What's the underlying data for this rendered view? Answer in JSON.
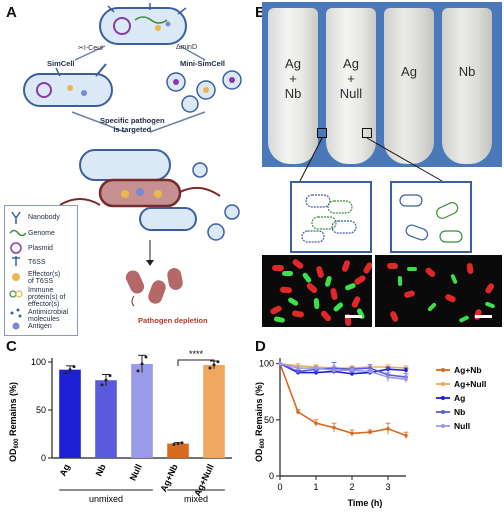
{
  "panels": {
    "a": "A",
    "b": "B",
    "c": "C",
    "d": "D"
  },
  "panel_a": {
    "enzyme_left": "I-CeuI",
    "enzyme_right": "ΔminD",
    "simcell": "SimCell",
    "minisimcell": "Mini-SimCell",
    "targeted": "Specific pathogen\nis targeted",
    "depletion": "Pathogen depletion",
    "legend": [
      {
        "icon": "nanobody-icon",
        "label": "Nanobody"
      },
      {
        "icon": "genome-icon",
        "label": "Genome"
      },
      {
        "icon": "plasmid-icon",
        "label": "Plasmid"
      },
      {
        "icon": "t6ss-icon",
        "label": "T6SS"
      },
      {
        "icon": "effector-icon",
        "label": "Effector(s)\nof T6SS"
      },
      {
        "icon": "immune-protein-icon",
        "label": "Immune\nprotein(s) of\neffector(s)"
      },
      {
        "icon": "antimicrobial-icon",
        "label": "Antimicrobial\nmolecules"
      },
      {
        "icon": "antigen-icon",
        "label": "Antigen"
      }
    ]
  },
  "panel_b": {
    "tubes": [
      {
        "label": "Ag\n+\nNb"
      },
      {
        "label": "Ag\n+\nNull"
      },
      {
        "label": "Ag"
      },
      {
        "label": "Nb"
      }
    ]
  },
  "chart_data": [
    {
      "type": "bar",
      "ylabel": "OD600 Remains (%)",
      "ylabel_main": "OD",
      "ylabel_sub": "600",
      "ylabel_rest": " Remains (%)",
      "categories": [
        "Ag",
        "Nb",
        "Null",
        "Ag+Nb",
        "Ag+Null"
      ],
      "values": [
        92,
        81,
        98,
        15,
        97
      ],
      "errors": [
        4,
        6,
        9,
        1,
        4
      ],
      "colors": [
        "#1f1fd6",
        "#5a5adc",
        "#9a9ae8",
        "#d86a1e",
        "#f0a860"
      ],
      "ylim": [
        0,
        100
      ],
      "yticks": [
        0,
        50,
        100
      ],
      "groups": [
        {
          "label": "unmixed",
          "from": 0,
          "to": 2
        },
        {
          "label": "mixed",
          "from": 3,
          "to": 4
        }
      ],
      "significance": {
        "label": "****",
        "from": 3,
        "to": 4
      }
    },
    {
      "type": "line",
      "xlabel": "Time (h)",
      "ylabel": "OD600 Remains (%)",
      "ylabel_main": "OD",
      "ylabel_sub": "600",
      "ylabel_rest": " Remains (%)",
      "xlim": [
        0,
        3.5
      ],
      "ylim": [
        0,
        105
      ],
      "xticks": [
        0,
        1,
        2,
        3
      ],
      "yticks": [
        0,
        50,
        100
      ],
      "x": [
        0,
        0.5,
        1,
        1.5,
        2,
        2.5,
        3,
        3.5
      ],
      "series": [
        {
          "name": "Ag+Nb",
          "color": "#d86a1e",
          "values": [
            100,
            57,
            47,
            43,
            38,
            39,
            42,
            36
          ],
          "errors": [
            0,
            2,
            3,
            4,
            3,
            2,
            5,
            3
          ]
        },
        {
          "name": "Ag+Null",
          "color": "#f0a860",
          "values": [
            100,
            98,
            97,
            96,
            96,
            97,
            97,
            96
          ],
          "errors": [
            0,
            2,
            2,
            2,
            2,
            2,
            2,
            2
          ]
        },
        {
          "name": "Ag",
          "color": "#1f1fd6",
          "values": [
            100,
            92,
            92,
            93,
            91,
            92,
            95,
            94
          ],
          "errors": [
            0,
            2,
            2,
            2,
            2,
            2,
            2,
            2
          ]
        },
        {
          "name": "Nb",
          "color": "#5a5adc",
          "values": [
            100,
            93,
            95,
            96,
            95,
            96,
            90,
            88
          ],
          "errors": [
            0,
            2,
            3,
            5,
            2,
            3,
            6,
            3
          ]
        },
        {
          "name": "Null",
          "color": "#9a9ae8",
          "values": [
            100,
            96,
            96,
            94,
            94,
            93,
            88,
            86
          ],
          "errors": [
            0,
            2,
            2,
            3,
            2,
            2,
            4,
            3
          ]
        }
      ]
    }
  ]
}
